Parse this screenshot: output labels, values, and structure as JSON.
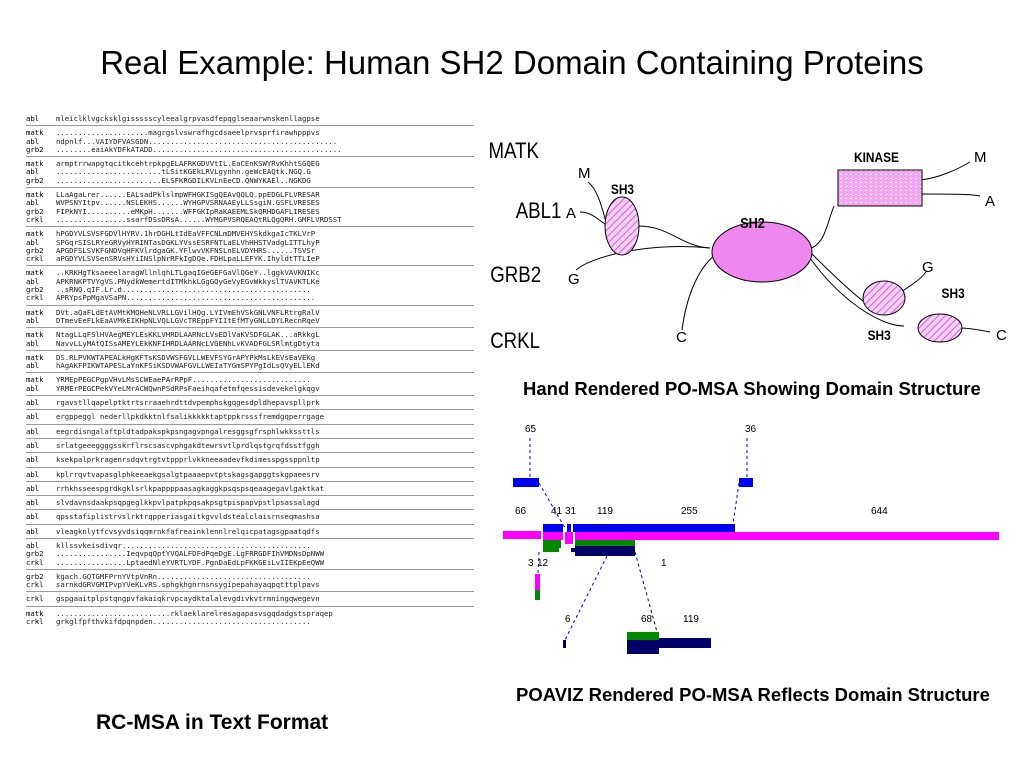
{
  "title": "Real Example:  Human SH2 Domain Containing Proteins",
  "captions": {
    "rc_msa": "RC-MSA in Text Format",
    "hand_rendered": "Hand Rendered PO-MSA Showing Domain Structure",
    "poaviz": "POAVIZ Rendered PO-MSA Reflects Domain Structure"
  },
  "msa_blocks": [
    [
      [
        "abl",
        "mleiclklvgcksklgissssscyleealgrpvasdfepqglseaarwnskenllagpse"
      ]
    ],
    [
      [
        "matk",
        ".....................magrgslvswrafhgcdsaeelprvsprfirawhpppvs"
      ],
      [
        "abl",
        "ndpnlf...VAIYDFVASGDN..........................................."
      ],
      [
        "grb2",
        "........eaiAkYDFkATADD..........................................."
      ]
    ],
    [
      [
        "matk",
        "armptrrwapgtqcitkcehtrpkpgELAFRKGDVVtIL.EaCEnKSWYRvKhhtSGQEG"
      ],
      [
        "abl",
        "........................tLSitKGEkLRVLgynhn.geWcEAQtk.NGQ.G"
      ],
      [
        "grb2",
        "........................ELSFKRGDILKVLnEeCD.QNWYKAEl..NGKDG"
      ]
    ],
    [
      [
        "matk",
        "LLaAgaLrer......EALsadPklslmpWFHGKISgQEAvQQLQ.ppEDGLFLVRESAR"
      ],
      [
        "abl",
        "WVPSNYItpv......NSLEKHS......WYHGPVSRNAAEyLLSsgiN.GSFLVRESES"
      ],
      [
        "grb2",
        "FIPkNYI..........eMKpH.......WFFGKIpRaKAEEMLSkQRHDGAFLIRESES"
      ],
      [
        "crkl",
        "................ssarfDSsDRsA......WYMGPVSRQEAQtRLQgQRH.GMFLVRDSST"
      ]
    ],
    [
      [
        "matk",
        "hPGDYVLSVSFGDVlHYRV.1hrDGHLtIdEaVFFCNLmDMVEHYSkdkgaIcTKLVrP"
      ],
      [
        "abl",
        "SPGqrSISLRYeGRVyHYRINTasDGKLYVssESRFNTLaELVhHHSTVadgLITTLhyP"
      ],
      [
        "grb2",
        "APGDFSLSVKFGNDVqHFKVlrdgaGK.YFlwvVKFNSLnELVDYHRS......TSVSr"
      ],
      [
        "crkl",
        "aPGDYVLSVSenSRVsHYiINSlpNrRFkIgDQe.FDHLpaLLEFYK.IhyldtTTLIeP"
      ]
    ],
    [
      [
        "matk",
        "..KRKHgTksaeeelaragWllnlqhLTLgaqIGeGEFGaVlQGeY..lggkVAVKNIKc"
      ],
      [
        "abl",
        "APKRNKPTVYgVS.PNydkWemertdITMkhkLGgGQyGeVyEGvWkkyslTVAVKTLKe"
      ],
      [
        "grb2",
        "..sRNQ.qIF.Lr.d..........................................."
      ],
      [
        "crkl",
        "APRYpsPpMgaVSaPN..........................................."
      ]
    ],
    [
      [
        "matk",
        "DVt.aQaFLdEtAVMtKMQHeNLVRLLGVilHQg.LYIVmEhVSkGNLVNFLRtrgRalV"
      ],
      [
        "abl",
        "DTmevEeFLkEaAVMkEIKHpNLVQLLGVcTREppFYIItEfMTyGNLLDYLRecnRqeV"
      ]
    ],
    [
      [
        "matk",
        "NtagLLqFSlHVAegMEYLEsKKLVHRDLAARNcLVsEDlVaKVSDFGLAK...aRkkgL"
      ],
      [
        "abl",
        "NavvLLyMAtQISsAMEYLEkKNFIHRDLAARNcLVGENhLvKVADFGLSRlmtgDtyta"
      ]
    ],
    [
      [
        "matk",
        "DS.RLPVKWTAPEALkHgKFTsKSDVWSFGVLLWEVFSYGrAPYPkMsLkEVsEaVEKg"
      ],
      [
        "abl",
        "hAgAKFPIKWTAPESLaYnKFSiKSDVWAFGVLLWEIaTYGmSPYPgIdLsQVyELlEKd"
      ]
    ],
    [
      [
        "matk",
        "YRMEpPEGCPgpVHvLMsSCWEaePArRPpF..........................."
      ],
      [
        "abl",
        "YRMErPEGCPekVYeLMrACWQwnPSdRPsFaeihqafetmfqessisdevekelgkqgv"
      ]
    ],
    [
      [
        "abl",
        "rgavstllqapelptktrtsrraaehrdttdvpemphskgqgesdpldhepavspllprk"
      ]
    ],
    [
      [
        "abl",
        "ergppeggl nederllpkdkktnlfsalikkkkktaptppkrsssfremdgqperrgage"
      ]
    ],
    [
      [
        "abl",
        "eegrdisngalaftpldtadpakspkpsngagvpngalresggsgfrsphlwkkssttls"
      ]
    ],
    [
      [
        "abl",
        "srlatgeeeggggsskrflrscsascvphgakdtewrsvtlprdlqstgrqfdsstfggh"
      ]
    ],
    [
      [
        "abl",
        "ksekpalprkragenrsdqvtrgtvtppprlvkkneeaadevfkdimesspgssppnltp"
      ]
    ],
    [
      [
        "abl",
        "kplrrqvtvapasglphkeeaekgsalgtpaaaepvtptskagsgapggtskgpaeesrv"
      ]
    ],
    [
      [
        "abl",
        "rrhkhsseespgrdkgklsrlkpappppaasagkaggkpsqspsqeaagegavlgaktkat"
      ]
    ],
    [
      [
        "abl",
        "slvdavnsdaakpsqpgeglkkpvlpatpkpqsakpsgtpispapvpstlpsassalagd"
      ]
    ],
    [
      [
        "abl",
        "qpsstafiplistrvslrktrqpperiasgaitkgvvldstealclaisrnseqmashsa"
      ]
    ],
    [
      [
        "abl",
        "vleagknlytfcvsyvdsiqqmrnkfafreainklennlrelqicpatagsgpaatqdfs"
      ]
    ],
    [
      [
        "abl",
        "kllssvkeisdivqr..........................................."
      ],
      [
        "grb2",
        "................IeqvpqQptYVQALFDFdPqeDgE.LgFRRGDFIhVMDNsDpNWW"
      ],
      [
        "crkl",
        "................LptaedNleYVRTLYDF.PgnDaEdLpFKKGEiLvIIEKpEeQWW"
      ]
    ],
    [
      [
        "grb2",
        "kgach.GQTGMFPrnYVtpVnRn..................................."
      ],
      [
        "crkl",
        "sarnkdGRVGMIPvpYVeKLvRS.sphgkhgnrnsnsygipepahayaqpqtttplpavs"
      ]
    ],
    [
      [
        "crkl",
        "gspgaaitplpstqngpvfakaiqkrvpcaydktalalevgdivkvtrmningqwegevn"
      ]
    ],
    [
      [
        "matk",
        "..........................rklaeklarelresagapasvsgqdadgstspraqep"
      ],
      [
        "crkl",
        "grkglfpfthvkifdpqnpden...................................."
      ]
    ]
  ],
  "domain_diagram": {
    "proteins": [
      "MATK",
      "ABL1",
      "GRB2",
      "CRKL"
    ],
    "domains": [
      "SH3",
      "SH2",
      "KINASE",
      "SH3",
      "SH3"
    ],
    "termini_left": [
      "M",
      "A",
      "G",
      "C"
    ],
    "termini_right": [
      "M",
      "A",
      "G",
      "C"
    ],
    "pattern_color": "#cc44cc",
    "fill_color": "#ee88ee"
  },
  "poaviz": {
    "labels_top": [
      "65",
      "36"
    ],
    "labels_mid": [
      "66",
      "41",
      "31",
      "119",
      "255",
      "644"
    ],
    "labels_lower": [
      "3",
      "12",
      "1"
    ],
    "labels_bottom": [
      "6",
      "68",
      "119"
    ],
    "colors": {
      "blue": "#0000ee",
      "magenta": "#ff00ff",
      "green": "#008800",
      "navy": "#000066"
    }
  }
}
